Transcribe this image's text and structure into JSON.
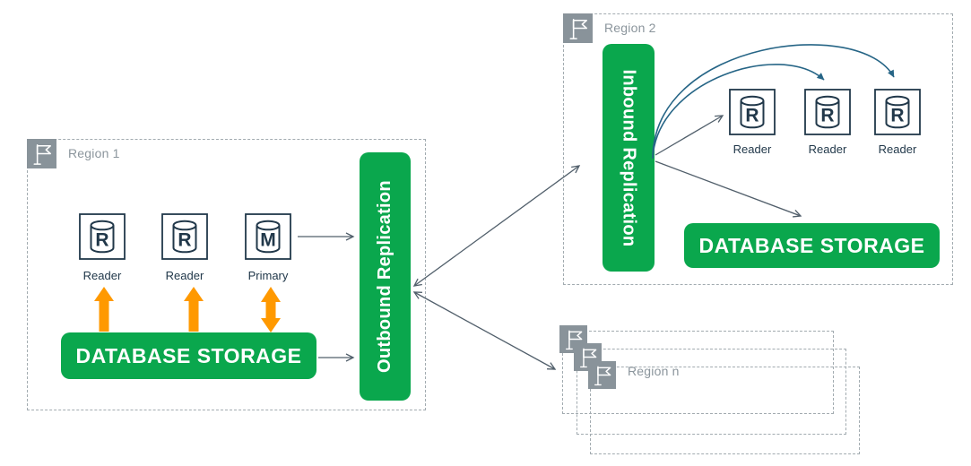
{
  "colors": {
    "green": "#0aa74d",
    "orange": "#ff9900",
    "navy": "#21384a",
    "arrow_gray": "#515f6b",
    "blue_curve": "#266586",
    "border_gray": "#a2abb0",
    "label_gray": "#8b959c",
    "flag_bg": "#89939a"
  },
  "region1": {
    "label": "Region 1",
    "replication": "Outbound Replication",
    "storage": "DATABASE STORAGE",
    "nodes": [
      {
        "letter": "R",
        "label": "Reader"
      },
      {
        "letter": "R",
        "label": "Reader"
      },
      {
        "letter": "M",
        "label": "Primary"
      }
    ]
  },
  "region2": {
    "label": "Region 2",
    "replication": "Inbound Replication",
    "storage": "DATABASE STORAGE",
    "nodes": [
      {
        "letter": "R",
        "label": "Reader"
      },
      {
        "letter": "R",
        "label": "Reader"
      },
      {
        "letter": "R",
        "label": "Reader"
      }
    ]
  },
  "region_n": {
    "label": "Region n"
  },
  "icons": {
    "flag": "region-flag",
    "database": "database-instance-cylinder"
  }
}
